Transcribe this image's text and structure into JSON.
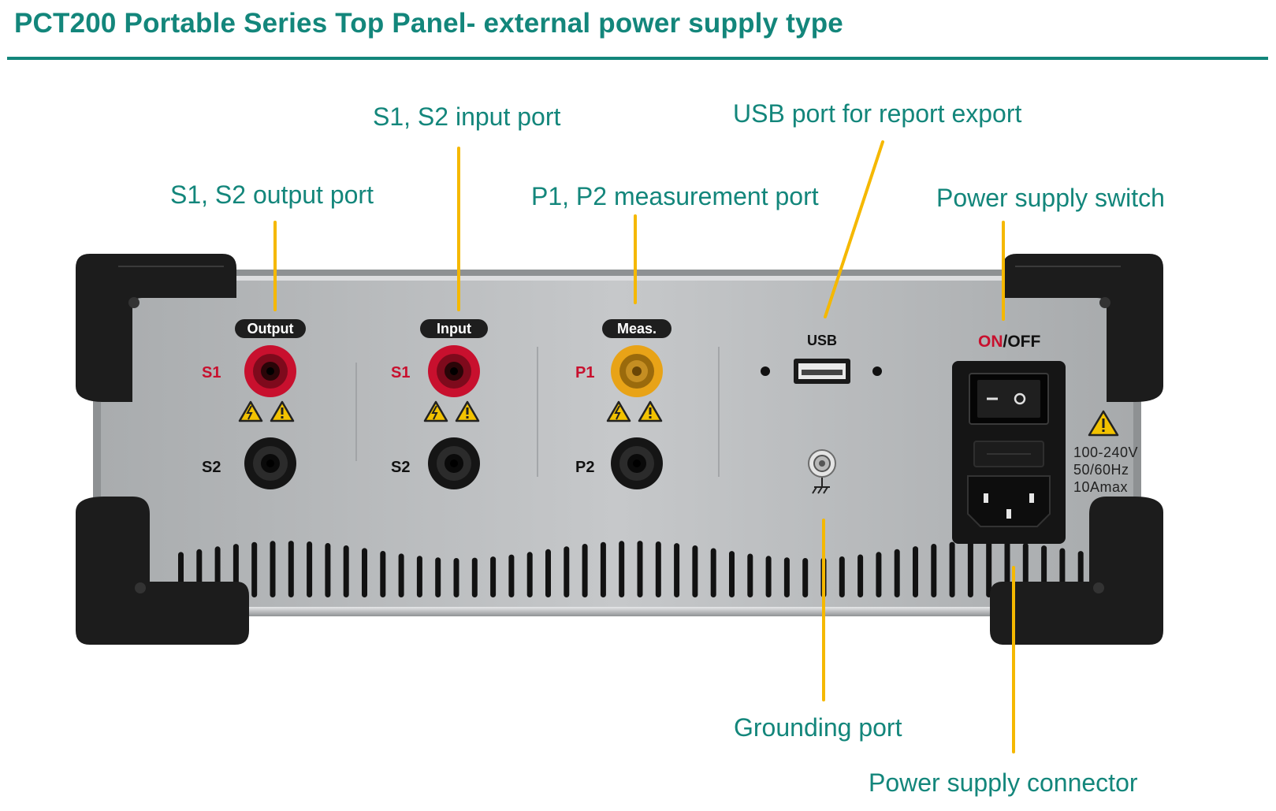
{
  "page": {
    "title": "PCT200 Portable Series Top Panel- external power supply type"
  },
  "callouts": {
    "output_port": "S1, S2 output port",
    "input_port": "S1, S2 input port",
    "measurement_port": "P1, P2 measurement port",
    "usb_port": "USB port for report export",
    "power_switch": "Power supply switch",
    "grounding_port": "Grounding port",
    "power_connector": "Power supply connector"
  },
  "panel": {
    "groups": {
      "output": {
        "badge": "Output",
        "top_label": "S1",
        "bottom_label": "S2"
      },
      "input": {
        "badge": "Input",
        "top_label": "S1",
        "bottom_label": "S2"
      },
      "meas": {
        "badge": "Meas.",
        "top_label": "P1",
        "bottom_label": "P2"
      }
    },
    "usb_label": "USB",
    "switch_label_on": "ON",
    "switch_label_off": "/OFF",
    "rating": {
      "voltage": "100-240V",
      "frequency": "50/60Hz",
      "current": "10Amax"
    }
  },
  "colors": {
    "accent_teal": "#13867b",
    "leader_yellow": "#f5b800",
    "terminal_red": "#c8102e",
    "terminal_yellow": "#e8a317",
    "bumper_black": "#1c1c1c",
    "panel_grey": "#b9bcbe",
    "warning_yellow": "#f2c200"
  }
}
